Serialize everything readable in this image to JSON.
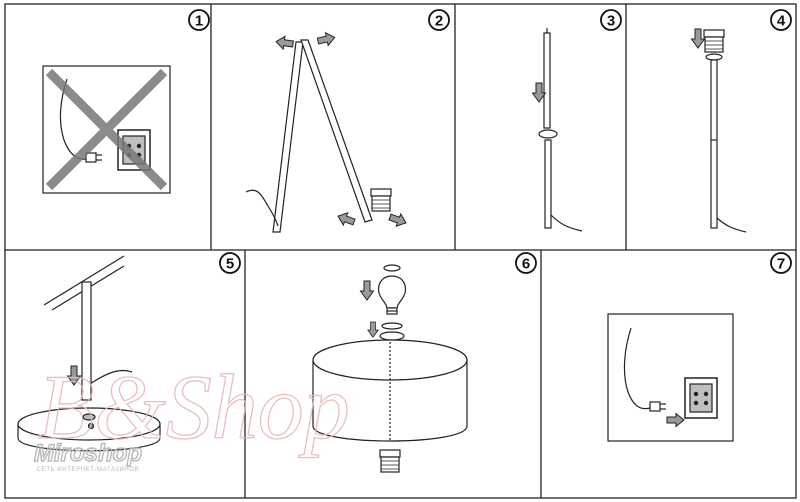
{
  "steps": [
    {
      "number": "1",
      "name": "unplug"
    },
    {
      "number": "2",
      "name": "unfold-legs"
    },
    {
      "number": "3",
      "name": "join-pole"
    },
    {
      "number": "4",
      "name": "fit-socket"
    },
    {
      "number": "5",
      "name": "attach-base"
    },
    {
      "number": "6",
      "name": "fit-bulb-and-shade"
    },
    {
      "number": "7",
      "name": "plug-in"
    }
  ],
  "watermarks": {
    "logo_text": "B&Shop",
    "brand": "Miroshop",
    "brand_tagline": "СЕТЬ ИНТЕРНЕТ-МАГАЗИНОВ"
  },
  "colors": {
    "line": "#1a1a1a",
    "arrow_fill": "#9a9a9a",
    "panel_border": "#222222",
    "watermark_pink": "#e6b8b8",
    "watermark_grey": "#b9b9b9"
  }
}
